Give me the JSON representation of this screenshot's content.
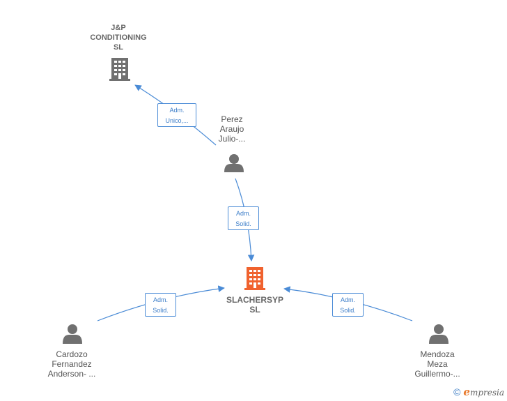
{
  "nodes": {
    "jp": {
      "lines": [
        "J&P",
        "CONDITIONING",
        "SL"
      ],
      "icon": "building-icon",
      "color": "#707070"
    },
    "perez": {
      "lines": [
        "Perez",
        "Araujo",
        "Julio-..."
      ],
      "icon": "person-icon",
      "color": "#707070"
    },
    "slachersyp": {
      "lines": [
        "SLACHERSYP",
        "SL"
      ],
      "icon": "building-icon",
      "color": "#f0622e"
    },
    "cardozo": {
      "lines": [
        "Cardozo",
        "Fernandez",
        "Anderson- ..."
      ],
      "icon": "person-icon",
      "color": "#707070"
    },
    "mendoza": {
      "lines": [
        "Mendoza",
        "Meza",
        "Guillermo-..."
      ],
      "icon": "person-icon",
      "color": "#707070"
    }
  },
  "edges": [
    {
      "id": "perez-jp",
      "lines": [
        "Adm.",
        "Unico,..."
      ]
    },
    {
      "id": "perez-slachersyp",
      "lines": [
        "Adm.",
        "Solid."
      ]
    },
    {
      "id": "cardozo-slachersyp",
      "lines": [
        "Adm.",
        "Solid."
      ]
    },
    {
      "id": "mendoza-slachersyp",
      "lines": [
        "Adm.",
        "Solid."
      ]
    }
  ],
  "edge_color": "#4a8bd6",
  "footer": {
    "copyright": "©",
    "brand_initial": "e",
    "brand_rest": "mpresia"
  }
}
